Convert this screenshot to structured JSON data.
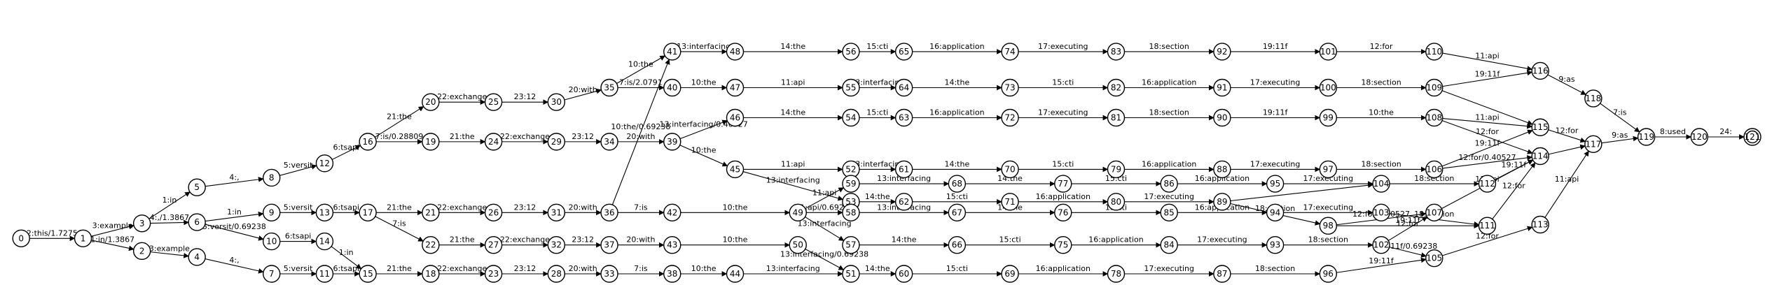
{
  "diagram": {
    "type": "finite-state-transducer",
    "start_state": "0",
    "final_state": "121",
    "states": [
      "0",
      "1",
      "2",
      "3",
      "4",
      "5",
      "6",
      "7",
      "8",
      "9",
      "10",
      "11",
      "12",
      "13",
      "14",
      "15",
      "16",
      "17",
      "18",
      "19",
      "20",
      "21",
      "22",
      "23",
      "24",
      "25",
      "26",
      "27",
      "28",
      "29",
      "30",
      "31",
      "32",
      "33",
      "34",
      "35",
      "36",
      "37",
      "38",
      "39",
      "40",
      "41",
      "42",
      "43",
      "44",
      "45",
      "46",
      "47",
      "48",
      "49",
      "50",
      "51",
      "52",
      "53",
      "54",
      "55",
      "56",
      "57",
      "58",
      "59",
      "60",
      "61",
      "62",
      "63",
      "64",
      "65",
      "66",
      "67",
      "68",
      "69",
      "70",
      "71",
      "72",
      "73",
      "74",
      "75",
      "76",
      "77",
      "78",
      "79",
      "80",
      "81",
      "82",
      "83",
      "84",
      "85",
      "86",
      "87",
      "88",
      "89",
      "90",
      "91",
      "92",
      "93",
      "94",
      "95",
      "96",
      "97",
      "98",
      "99",
      "100",
      "101",
      "102",
      "103",
      "104",
      "105",
      "106",
      "107",
      "108",
      "109",
      "110",
      "111",
      "112",
      "113",
      "114",
      "115",
      "116",
      "117",
      "118",
      "119",
      "120",
      "121"
    ],
    "arcs": [
      {
        "from": "0",
        "to": "1",
        "label": "2:this/1.7275"
      },
      {
        "from": "1",
        "to": "3",
        "label": "3:example"
      },
      {
        "from": "1",
        "to": "2",
        "label": "1:in/1.3867"
      },
      {
        "from": "2",
        "to": "4",
        "label": "3:example"
      },
      {
        "from": "3",
        "to": "5",
        "label": "1:in"
      },
      {
        "from": "3",
        "to": "6",
        "label": "4:,/1.3867"
      },
      {
        "from": "4",
        "to": "7",
        "label": "4:,"
      },
      {
        "from": "5",
        "to": "8",
        "label": "4:,"
      },
      {
        "from": "6",
        "to": "9",
        "label": "1:in"
      },
      {
        "from": "6",
        "to": "10",
        "label": "5:versit/0.69238"
      },
      {
        "from": "7",
        "to": "11",
        "label": "5:versit"
      },
      {
        "from": "8",
        "to": "12",
        "label": "5:versit"
      },
      {
        "from": "9",
        "to": "13",
        "label": "5:versit"
      },
      {
        "from": "10",
        "to": "14",
        "label": "6:tsapi"
      },
      {
        "from": "11",
        "to": "15",
        "label": "6:tsapi"
      },
      {
        "from": "12",
        "to": "16",
        "label": "6:tsapi"
      },
      {
        "from": "13",
        "to": "17",
        "label": "6:tsapi"
      },
      {
        "from": "14",
        "to": "15",
        "label": "1:in"
      },
      {
        "from": "15",
        "to": "18",
        "label": "21:the"
      },
      {
        "from": "16",
        "to": "20",
        "label": "21:the"
      },
      {
        "from": "16",
        "to": "19",
        "label": "7:is/0.28809"
      },
      {
        "from": "17",
        "to": "21",
        "label": "21:the"
      },
      {
        "from": "17",
        "to": "22",
        "label": "7:is"
      },
      {
        "from": "18",
        "to": "23",
        "label": "22:exchange"
      },
      {
        "from": "19",
        "to": "24",
        "label": "21:the"
      },
      {
        "from": "20",
        "to": "25",
        "label": "22:exchange"
      },
      {
        "from": "21",
        "to": "26",
        "label": "22:exchange"
      },
      {
        "from": "22",
        "to": "27",
        "label": "21:the"
      },
      {
        "from": "23",
        "to": "28",
        "label": "23:12"
      },
      {
        "from": "24",
        "to": "29",
        "label": "22:exchange"
      },
      {
        "from": "25",
        "to": "30",
        "label": "23:12"
      },
      {
        "from": "26",
        "to": "31",
        "label": "23:12"
      },
      {
        "from": "27",
        "to": "32",
        "label": "22:exchange"
      },
      {
        "from": "28",
        "to": "33",
        "label": "20:with"
      },
      {
        "from": "29",
        "to": "34",
        "label": "23:12"
      },
      {
        "from": "30",
        "to": "35",
        "label": "20:with"
      },
      {
        "from": "31",
        "to": "36",
        "label": "20:with"
      },
      {
        "from": "32",
        "to": "37",
        "label": "23:12"
      },
      {
        "from": "33",
        "to": "38",
        "label": "7:is"
      },
      {
        "from": "34",
        "to": "39",
        "label": "20:with"
      },
      {
        "from": "35",
        "to": "41",
        "label": "10:the"
      },
      {
        "from": "35",
        "to": "40",
        "label": "7:is/2.0791"
      },
      {
        "from": "36",
        "to": "42",
        "label": "7:is"
      },
      {
        "from": "36",
        "to": "41",
        "label": "10:the/0.69238"
      },
      {
        "from": "37",
        "to": "43",
        "label": "20:with"
      },
      {
        "from": "38",
        "to": "44",
        "label": "10:the"
      },
      {
        "from": "39",
        "to": "46",
        "label": "13:interfacing/0.40527"
      },
      {
        "from": "39",
        "to": "45",
        "label": "10:the"
      },
      {
        "from": "40",
        "to": "47",
        "label": "10:the"
      },
      {
        "from": "41",
        "to": "48",
        "label": "13:interfacing"
      },
      {
        "from": "42",
        "to": "49",
        "label": "10:the"
      },
      {
        "from": "43",
        "to": "50",
        "label": "10:the"
      },
      {
        "from": "44",
        "to": "51",
        "label": "13:interfacing"
      },
      {
        "from": "45",
        "to": "52",
        "label": "11:api"
      },
      {
        "from": "45",
        "to": "53",
        "label": "13:interfacing"
      },
      {
        "from": "46",
        "to": "54",
        "label": "14:the"
      },
      {
        "from": "47",
        "to": "55",
        "label": "11:api"
      },
      {
        "from": "48",
        "to": "56",
        "label": "14:the"
      },
      {
        "from": "49",
        "to": "59",
        "label": "11:api"
      },
      {
        "from": "49",
        "to": "58",
        "label": "11:api/0.69238"
      },
      {
        "from": "49",
        "to": "57",
        "label": "13:interfacing"
      },
      {
        "from": "50",
        "to": "51",
        "label": "13:interfacing/0.69238"
      },
      {
        "from": "51",
        "to": "60",
        "label": "14:the"
      },
      {
        "from": "52",
        "to": "61",
        "label": "13:interfacing"
      },
      {
        "from": "53",
        "to": "62",
        "label": "14:the"
      },
      {
        "from": "54",
        "to": "63",
        "label": "15:cti"
      },
      {
        "from": "55",
        "to": "64",
        "label": "13:interfacing"
      },
      {
        "from": "56",
        "to": "65",
        "label": "15:cti"
      },
      {
        "from": "57",
        "to": "66",
        "label": "14:the"
      },
      {
        "from": "58",
        "to": "67",
        "label": "13:interfacing"
      },
      {
        "from": "59",
        "to": "68",
        "label": "13:interfacing"
      },
      {
        "from": "60",
        "to": "69",
        "label": "15:cti"
      },
      {
        "from": "61",
        "to": "70",
        "label": "14:the"
      },
      {
        "from": "62",
        "to": "71",
        "label": "15:cti"
      },
      {
        "from": "63",
        "to": "72",
        "label": "16:application"
      },
      {
        "from": "64",
        "to": "73",
        "label": "14:the"
      },
      {
        "from": "65",
        "to": "74",
        "label": "16:application"
      },
      {
        "from": "66",
        "to": "75",
        "label": "15:cti"
      },
      {
        "from": "67",
        "to": "76",
        "label": "14:the"
      },
      {
        "from": "68",
        "to": "77",
        "label": "14:the"
      },
      {
        "from": "69",
        "to": "78",
        "label": "16:application"
      },
      {
        "from": "70",
        "to": "79",
        "label": "15:cti"
      },
      {
        "from": "71",
        "to": "80",
        "label": "16:application"
      },
      {
        "from": "72",
        "to": "81",
        "label": "17:executing"
      },
      {
        "from": "73",
        "to": "82",
        "label": "15:cti"
      },
      {
        "from": "74",
        "to": "83",
        "label": "17:executing"
      },
      {
        "from": "75",
        "to": "84",
        "label": "16:application"
      },
      {
        "from": "76",
        "to": "85",
        "label": "15:cti"
      },
      {
        "from": "77",
        "to": "86",
        "label": "15:cti"
      },
      {
        "from": "78",
        "to": "87",
        "label": "17:executing"
      },
      {
        "from": "79",
        "to": "88",
        "label": "16:application"
      },
      {
        "from": "80",
        "to": "89",
        "label": "17:executing"
      },
      {
        "from": "81",
        "to": "90",
        "label": "18:section"
      },
      {
        "from": "82",
        "to": "91",
        "label": "16:application"
      },
      {
        "from": "83",
        "to": "92",
        "label": "18:section"
      },
      {
        "from": "84",
        "to": "93",
        "label": "17:executing"
      },
      {
        "from": "85",
        "to": "94",
        "label": "16:application"
      },
      {
        "from": "86",
        "to": "95",
        "label": "16:application"
      },
      {
        "from": "87",
        "to": "96",
        "label": "18:section"
      },
      {
        "from": "88",
        "to": "97",
        "label": "17:executing"
      },
      {
        "from": "89",
        "to": "104",
        "label": ""
      },
      {
        "from": "89",
        "to": "98",
        "label": "18:section"
      },
      {
        "from": "90",
        "to": "99",
        "label": "19:11f"
      },
      {
        "from": "91",
        "to": "100",
        "label": "17:executing"
      },
      {
        "from": "92",
        "to": "101",
        "label": "19:11f"
      },
      {
        "from": "93",
        "to": "102",
        "label": "18:section"
      },
      {
        "from": "94",
        "to": "103",
        "label": "17:executing"
      },
      {
        "from": "95",
        "to": "104",
        "label": "17:executing"
      },
      {
        "from": "96",
        "to": "105",
        "label": "19:11f"
      },
      {
        "from": "97",
        "to": "106",
        "label": "18:section"
      },
      {
        "from": "98",
        "to": "107",
        "label": "12:for/0.40527"
      },
      {
        "from": "98",
        "to": "111",
        "label": "19:11f"
      },
      {
        "from": "99",
        "to": "108",
        "label": "10:the"
      },
      {
        "from": "100",
        "to": "109",
        "label": "18:section"
      },
      {
        "from": "101",
        "to": "110",
        "label": "12:for"
      },
      {
        "from": "102",
        "to": "107",
        "label": "12:for"
      },
      {
        "from": "102",
        "to": "105",
        "label": "19:11f/0.69238"
      },
      {
        "from": "103",
        "to": "111",
        "label": "18:section"
      },
      {
        "from": "104",
        "to": "112",
        "label": "18:section"
      },
      {
        "from": "105",
        "to": "113",
        "label": "12:for"
      },
      {
        "from": "106",
        "to": "115",
        "label": "19:11f"
      },
      {
        "from": "106",
        "to": "114",
        "label": "12:for/0.40527"
      },
      {
        "from": "107",
        "to": "114",
        "label": "11:api"
      },
      {
        "from": "108",
        "to": "115",
        "label": "11:api"
      },
      {
        "from": "108",
        "to": "114",
        "label": "12:for"
      },
      {
        "from": "109",
        "to": "116",
        "label": "19:11f"
      },
      {
        "from": "109",
        "to": "115",
        "label": ""
      },
      {
        "from": "110",
        "to": "116",
        "label": "11:api"
      },
      {
        "from": "111",
        "to": "114",
        "label": "12:for"
      },
      {
        "from": "112",
        "to": "114",
        "label": "19:11f"
      },
      {
        "from": "113",
        "to": "117",
        "label": "11:api"
      },
      {
        "from": "114",
        "to": "117",
        "label": ""
      },
      {
        "from": "115",
        "to": "117",
        "label": "12:for"
      },
      {
        "from": "116",
        "to": "118",
        "label": "9:as"
      },
      {
        "from": "117",
        "to": "119",
        "label": "9:as"
      },
      {
        "from": "118",
        "to": "119",
        "label": "7:is"
      },
      {
        "from": "119",
        "to": "120",
        "label": "8:used"
      },
      {
        "from": "120",
        "to": "121",
        "label": "24:"
      }
    ]
  }
}
